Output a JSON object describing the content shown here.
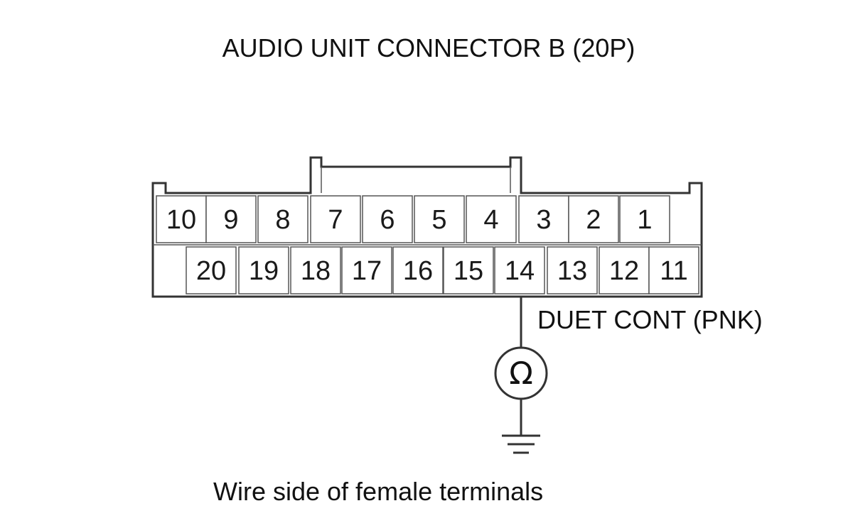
{
  "title": "AUDIO UNIT CONNECTOR B (20P)",
  "connector": {
    "top_row": [
      "10",
      "9",
      "8",
      "7",
      "6",
      "5",
      "4",
      "3",
      "2",
      "1"
    ],
    "bottom_row": [
      "20",
      "19",
      "18",
      "17",
      "16",
      "15",
      "14",
      "13",
      "12",
      "11"
    ]
  },
  "probe": {
    "terminal": "14",
    "wire_label": "DUET CONT (PNK)",
    "meter_symbol": "Ω",
    "meter_icon": "ohmmeter-icon",
    "ground_icon": "ground-icon"
  },
  "caption": "Wire side of female terminals"
}
